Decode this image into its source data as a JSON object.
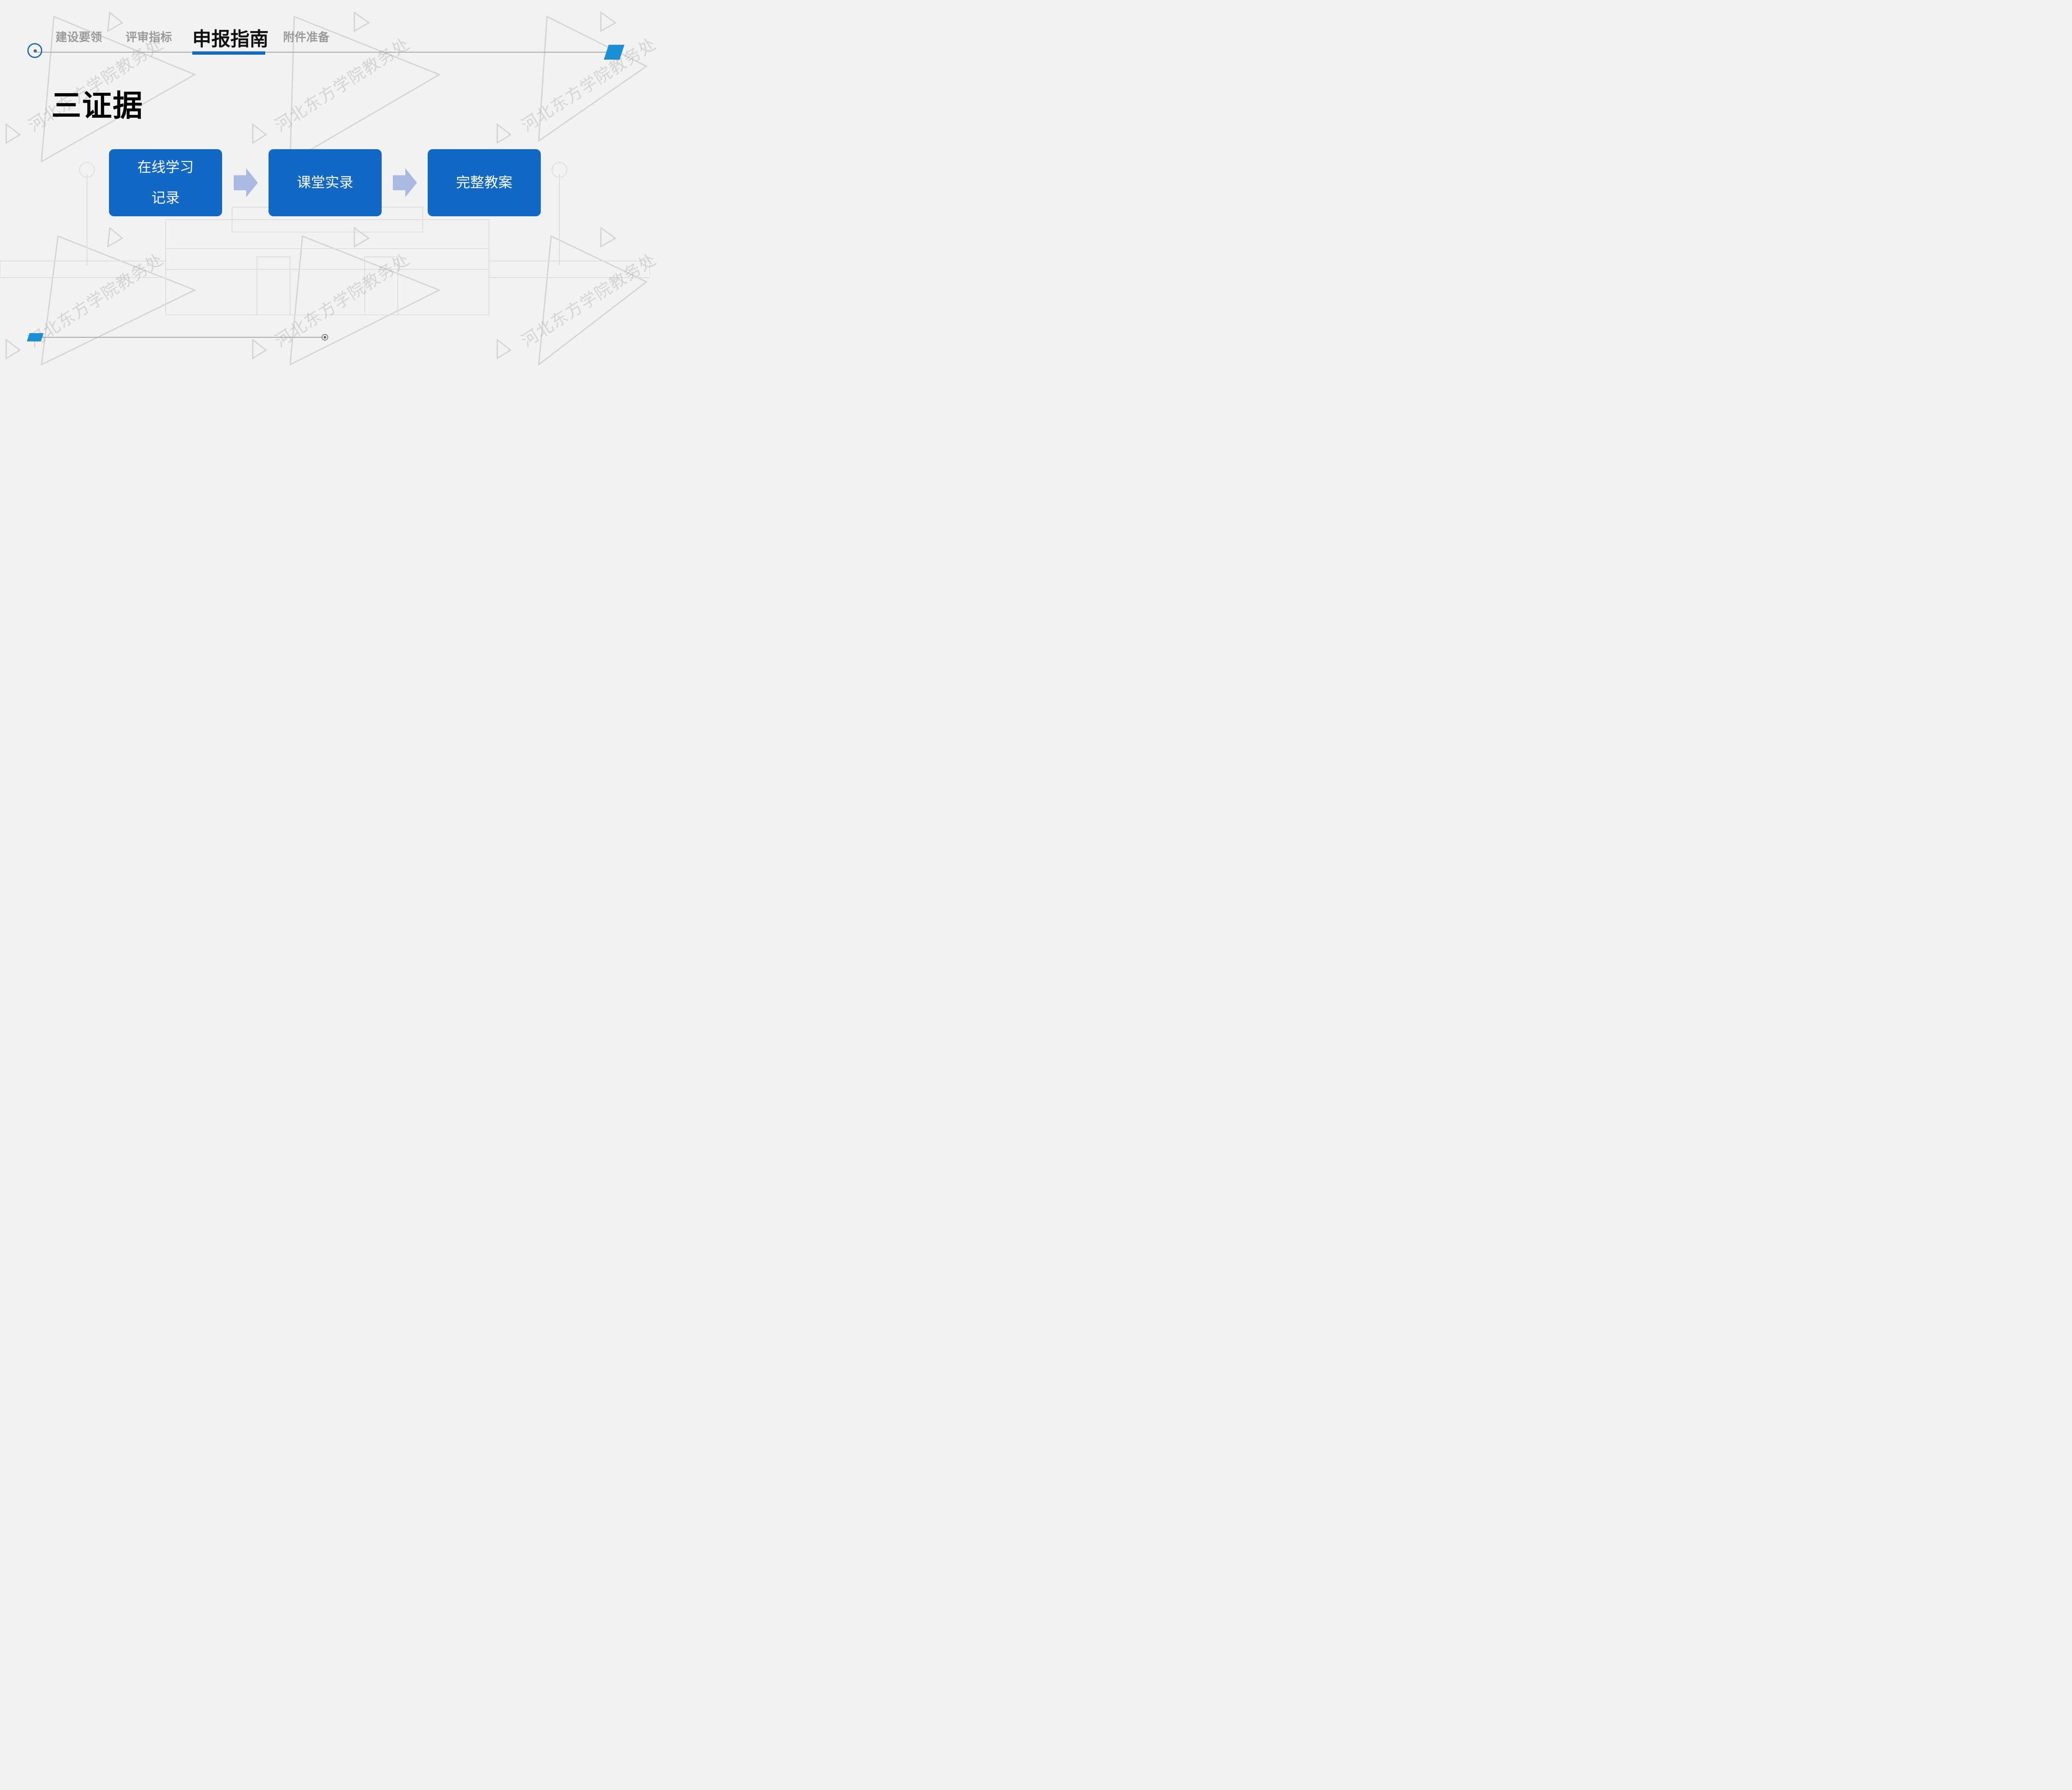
{
  "nav": {
    "tabs": [
      {
        "label": "建设要领",
        "active": false
      },
      {
        "label": "评审指标",
        "active": false
      },
      {
        "label": "申报指南",
        "active": true
      },
      {
        "label": "附件准备",
        "active": false
      }
    ]
  },
  "page": {
    "title": "三证据"
  },
  "flow": {
    "steps": [
      {
        "line1": "在线学习",
        "line2": "记录"
      },
      {
        "line1": "课堂实录",
        "line2": ""
      },
      {
        "line1": "完整教案",
        "line2": ""
      }
    ]
  },
  "watermark": {
    "text": "河北东方学院教务处"
  },
  "colors": {
    "accent": "#1269c5",
    "accent_light": "#1a8fd8",
    "arrow": "#a9b9e2",
    "background": "#f2f2f2"
  }
}
